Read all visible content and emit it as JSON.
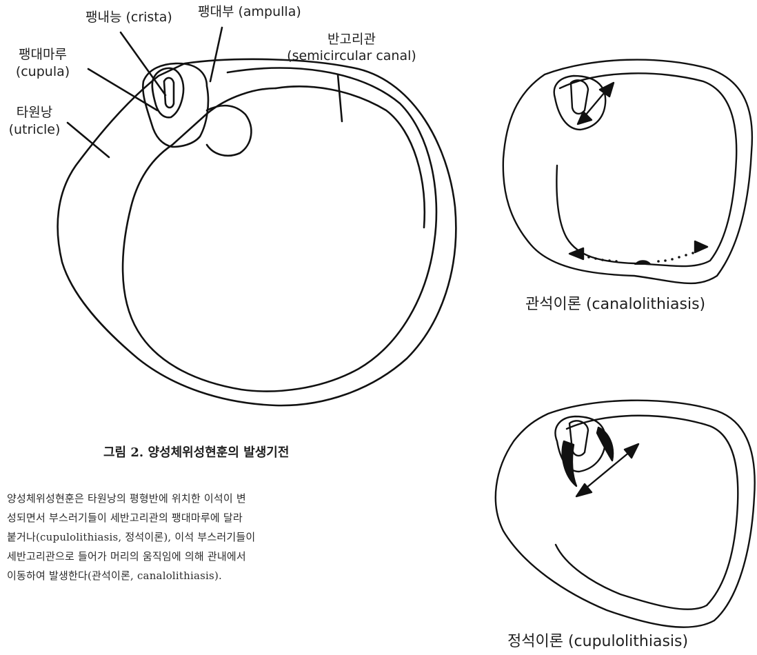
{
  "labels": {
    "crista": "팽내능 (crista)",
    "ampulla": "팽대부 (ampulla)",
    "canal_ko": "반고리관",
    "canal_en": "(semicircular canal)",
    "cupula_ko": "팽대마루",
    "cupula_en": "(cupula)",
    "utricle_ko": "타원낭",
    "utricle_en": "(utricle)"
  },
  "captions": {
    "canalolithiasis": "관석이론 (canalolithiasis)",
    "cupulolithiasis": "정석이론 (cupulolithiasis)"
  },
  "figure": {
    "title": "그림 2. 양성체위성현훈의 발생기전",
    "body_lines": [
      "양성체위성현훈은 타원낭의 평형반에 위치한 이석이 변",
      "성되면서 부스러기들이 세반고리관의 팽대마루에 달라",
      "붙거나(cupulolithiasis, 정석이론), 이석 부스러기들이",
      "세반고리관으로 들어가 머리의 움직임에 의해 관내에서",
      "이동하여 발생한다(관석이론, canalolithiasis)."
    ]
  }
}
